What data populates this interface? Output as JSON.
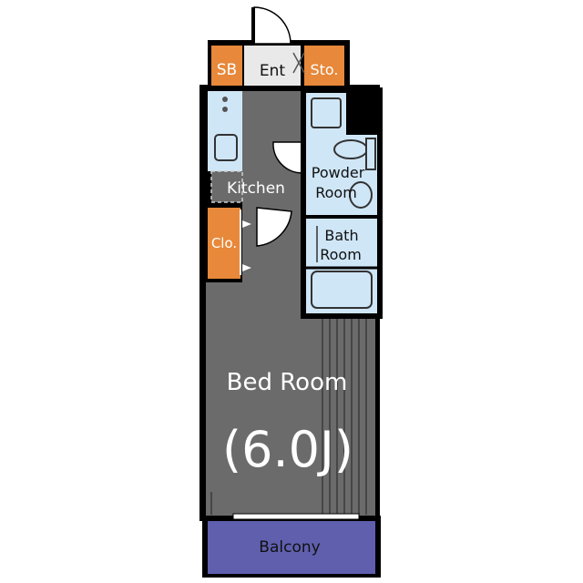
{
  "plan": {
    "rooms": {
      "sb": "SB",
      "entrance": "Ent",
      "storage": "Sto.",
      "kitchen": "Kitchen",
      "powder_room_line1": "Powder",
      "powder_room_line2": "Room",
      "bath_room_line1": "Bath",
      "bath_room_line2": "Room",
      "closet": "Clo.",
      "bed_room": "Bed Room",
      "bed_room_size": "(6.0J)",
      "balcony": "Balcony"
    },
    "colors": {
      "floor_gray": "#6b6b6b",
      "wall_black": "#000000",
      "wet_area_blue": "#cfe6f7",
      "storage_orange": "#e7883a",
      "balcony_purple": "#5f5fae",
      "entrance_light": "#e9e9e9"
    }
  }
}
